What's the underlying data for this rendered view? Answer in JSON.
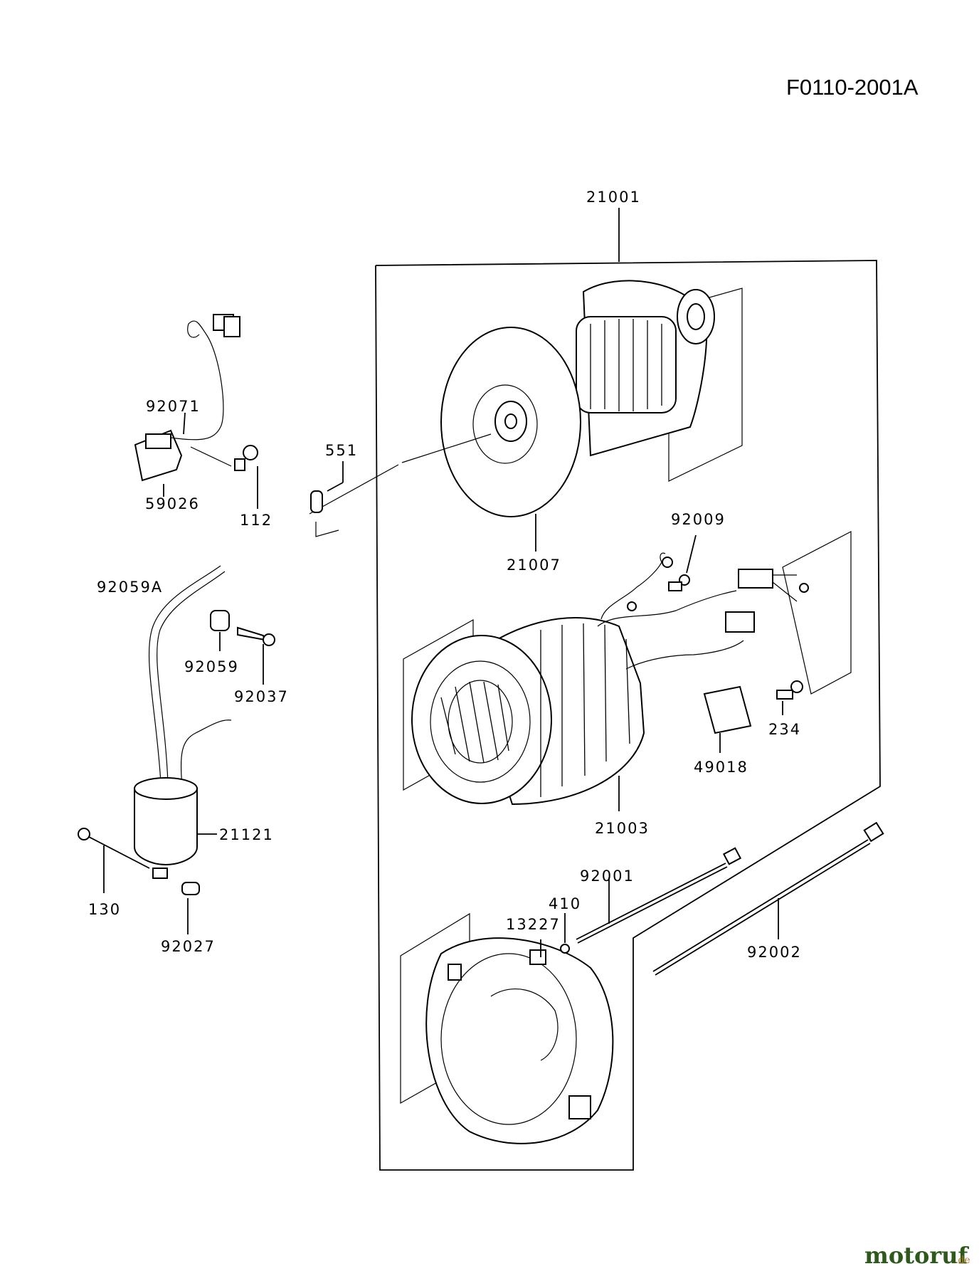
{
  "drawing_code": "F0110-2001A",
  "parts": {
    "p21001": "21001",
    "p21007": "21007",
    "p551": "551",
    "p92071": "92071",
    "p59026": "59026",
    "p112": "112",
    "p92059A": "92059A",
    "p92059": "92059",
    "p92037": "92037",
    "p92009": "92009",
    "p21003": "21003",
    "p234": "234",
    "p49018": "49018",
    "p21121": "21121",
    "p130": "130",
    "p92027": "92027",
    "p92001": "92001",
    "p410": "410",
    "p13227": "13227",
    "p92002": "92002"
  },
  "watermark": {
    "brand": "motoruf",
    "tld": ".de"
  }
}
